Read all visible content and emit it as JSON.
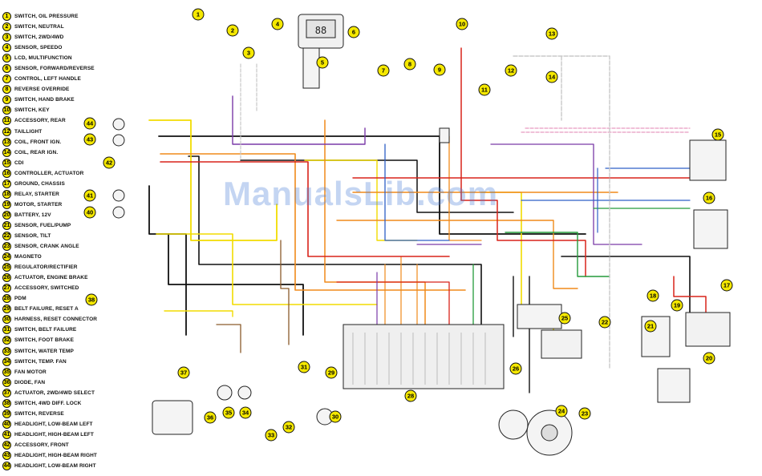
{
  "legend": [
    {
      "num": "1",
      "label": "SWITCH, OIL PRESSURE"
    },
    {
      "num": "2",
      "label": "SWITCH, NEUTRAL"
    },
    {
      "num": "3",
      "label": "SWITCH, 2WD/4WD"
    },
    {
      "num": "4",
      "label": "SENSOR, SPEEDO"
    },
    {
      "num": "5",
      "label": "LCD, MULTIFUNCTION"
    },
    {
      "num": "6",
      "label": "SENSOR, FORWARD/REVERSE"
    },
    {
      "num": "7",
      "label": "CONTROL, LEFT HANDLE"
    },
    {
      "num": "8",
      "label": "REVERSE OVERRIDE"
    },
    {
      "num": "9",
      "label": "SWITCH, HAND BRAKE"
    },
    {
      "num": "10",
      "label": "SWITCH, KEY"
    },
    {
      "num": "11",
      "label": "ACCESSORY, REAR"
    },
    {
      "num": "12",
      "label": "TAILLIGHT"
    },
    {
      "num": "13",
      "label": "COIL, FRONT IGN."
    },
    {
      "num": "14",
      "label": "COIL, REAR IGN."
    },
    {
      "num": "15",
      "label": "CDI"
    },
    {
      "num": "16",
      "label": "CONTROLLER, ACTUATOR"
    },
    {
      "num": "17",
      "label": "GROUND, CHASSIS"
    },
    {
      "num": "18",
      "label": "RELAY, STARTER"
    },
    {
      "num": "19",
      "label": "MOTOR, STARTER"
    },
    {
      "num": "20",
      "label": "BATTERY, 12V"
    },
    {
      "num": "21",
      "label": "SENSOR, FUEL/PUMP"
    },
    {
      "num": "22",
      "label": "SENSOR, TILT"
    },
    {
      "num": "23",
      "label": "SENSOR, CRANK ANGLE"
    },
    {
      "num": "24",
      "label": "MAGNETO"
    },
    {
      "num": "25",
      "label": "REGULATOR/RECTIFIER"
    },
    {
      "num": "26",
      "label": "ACTUATOR, ENGINE BRAKE"
    },
    {
      "num": "27",
      "label": "ACCESSORY, SWITCHED"
    },
    {
      "num": "28",
      "label": "PDM"
    },
    {
      "num": "29",
      "label": "BELT FAILURE, RESET A"
    },
    {
      "num": "30",
      "label": "HARNESS, RESET CONNECTOR"
    },
    {
      "num": "31",
      "label": "SWITCH, BELT FAILURE"
    },
    {
      "num": "32",
      "label": "SWITCH, FOOT BRAKE"
    },
    {
      "num": "33",
      "label": "SWITCH, WATER TEMP"
    },
    {
      "num": "34",
      "label": "SWITCH, TEMP. FAN"
    },
    {
      "num": "35",
      "label": "FAN MOTOR"
    },
    {
      "num": "36",
      "label": "DIODE, FAN"
    },
    {
      "num": "37",
      "label": "ACTUATOR, 2WD/4WD SELECT"
    },
    {
      "num": "38",
      "label": "SWITCH, 4WD DIFF. LOCK"
    },
    {
      "num": "39",
      "label": "SWITCH, REVERSE"
    },
    {
      "num": "40",
      "label": "HEADLIGHT, LOW-BEAM LEFT"
    },
    {
      "num": "41",
      "label": "HEADLIGHT, HIGH-BEAM LEFT"
    },
    {
      "num": "42",
      "label": "ACCESSORY, FRONT"
    },
    {
      "num": "43",
      "label": "HEADLIGHT, HIGH-BEAM RIGHT"
    },
    {
      "num": "44",
      "label": "HEADLIGHT, LOW-BEAM RIGHT"
    }
  ],
  "callouts": [
    "1",
    "2",
    "3",
    "4",
    "5",
    "6",
    "7",
    "8",
    "9",
    "10",
    "11",
    "12",
    "13",
    "14",
    "15",
    "16",
    "17",
    "18",
    "19",
    "20",
    "21",
    "22",
    "23",
    "24",
    "25",
    "26",
    "28",
    "29",
    "30",
    "31",
    "32",
    "33",
    "34",
    "35",
    "36",
    "37",
    "38",
    "40",
    "41",
    "42",
    "43",
    "44"
  ],
  "watermark": "ManualsLib.com",
  "colors": {
    "callout_fill": "#f5e800",
    "wire_black": "#111111",
    "wire_yellow": "#f2dc00",
    "wire_orange": "#f08a1a",
    "wire_red": "#d8231a",
    "wire_purple": "#7a3aa8",
    "wire_green": "#239a3a",
    "wire_blue": "#2d5fc7",
    "wire_white": "#c9c9c9",
    "wire_pink": "#e79ac1",
    "wire_brown": "#8a5a2b"
  }
}
